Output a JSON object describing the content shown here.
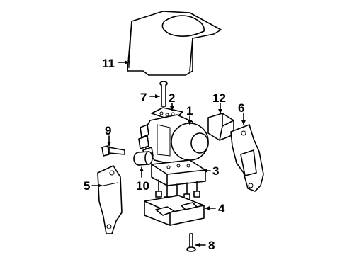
{
  "diagram": {
    "callouts": [
      {
        "id": "11",
        "text": "11"
      },
      {
        "id": "7",
        "text": "7"
      },
      {
        "id": "2",
        "text": "2"
      },
      {
        "id": "1",
        "text": "1"
      },
      {
        "id": "12",
        "text": "12"
      },
      {
        "id": "6",
        "text": "6"
      },
      {
        "id": "9",
        "text": "9"
      },
      {
        "id": "3",
        "text": "3"
      },
      {
        "id": "5",
        "text": "5"
      },
      {
        "id": "10",
        "text": "10"
      },
      {
        "id": "4",
        "text": "4"
      },
      {
        "id": "8",
        "text": "8"
      }
    ]
  }
}
